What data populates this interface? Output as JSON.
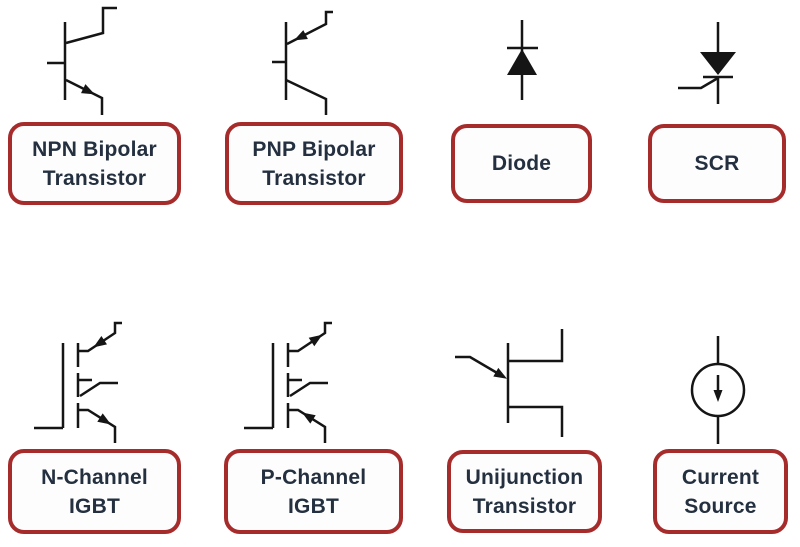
{
  "colors": {
    "label_border": "#A62C2C",
    "label_text": "#243040",
    "symbol_stroke": "#151515",
    "background": "#ffffff"
  },
  "items": [
    {
      "name": "npn-bipolar-transistor",
      "lines": [
        "NPN Bipolar",
        "Transistor"
      ]
    },
    {
      "name": "pnp-bipolar-transistor",
      "lines": [
        "PNP Bipolar",
        "Transistor"
      ]
    },
    {
      "name": "diode",
      "lines": [
        "Diode"
      ]
    },
    {
      "name": "scr",
      "lines": [
        "SCR"
      ]
    },
    {
      "name": "n-channel-igbt",
      "lines": [
        "N-Channel",
        "IGBT"
      ]
    },
    {
      "name": "p-channel-igbt",
      "lines": [
        "P-Channel",
        "IGBT"
      ]
    },
    {
      "name": "unijunction-transistor",
      "lines": [
        "Unijunction",
        "Transistor"
      ]
    },
    {
      "name": "current-source",
      "lines": [
        "Current",
        "Source"
      ]
    }
  ]
}
